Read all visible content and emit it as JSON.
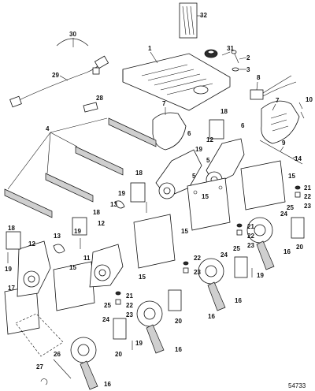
{
  "figure_number": "54733",
  "callouts": [
    {
      "id": "c32",
      "text": "32"
    },
    {
      "id": "c30",
      "text": "30"
    },
    {
      "id": "c1",
      "text": "1"
    },
    {
      "id": "c31",
      "text": "31"
    },
    {
      "id": "c2",
      "text": "2"
    },
    {
      "id": "c3",
      "text": "3"
    },
    {
      "id": "c29",
      "text": "29"
    },
    {
      "id": "c8",
      "text": "8"
    },
    {
      "id": "c28",
      "text": "28"
    },
    {
      "id": "c10",
      "text": "10"
    },
    {
      "id": "c7a",
      "text": "7"
    },
    {
      "id": "c7b",
      "text": "7"
    },
    {
      "id": "c4",
      "text": "4"
    },
    {
      "id": "c18a",
      "text": "18"
    },
    {
      "id": "c6a",
      "text": "6"
    },
    {
      "id": "c6b",
      "text": "6"
    },
    {
      "id": "c9",
      "text": "9"
    },
    {
      "id": "c12a",
      "text": "12"
    },
    {
      "id": "c19a",
      "text": "19"
    },
    {
      "id": "c5a",
      "text": "5"
    },
    {
      "id": "c5b",
      "text": "5"
    },
    {
      "id": "c14",
      "text": "14"
    },
    {
      "id": "c15a",
      "text": "15"
    },
    {
      "id": "c18b",
      "text": "18"
    },
    {
      "id": "c21a",
      "text": "21"
    },
    {
      "id": "c22a",
      "text": "22"
    },
    {
      "id": "c23a",
      "text": "23"
    },
    {
      "id": "c19b",
      "text": "19"
    },
    {
      "id": "c15b",
      "text": "15"
    },
    {
      "id": "c13a",
      "text": "13"
    },
    {
      "id": "c18c",
      "text": "18"
    },
    {
      "id": "c24a",
      "text": "24"
    },
    {
      "id": "c25a",
      "text": "25"
    },
    {
      "id": "c12b",
      "text": "12"
    },
    {
      "id": "c16a",
      "text": "16"
    },
    {
      "id": "c19c",
      "text": "19"
    },
    {
      "id": "c20a",
      "text": "20"
    },
    {
      "id": "c15c",
      "text": "15"
    },
    {
      "id": "c18d",
      "text": "18"
    },
    {
      "id": "c13b",
      "text": "13"
    },
    {
      "id": "c21b",
      "text": "21"
    },
    {
      "id": "c22b",
      "text": "22"
    },
    {
      "id": "c12c",
      "text": "12"
    },
    {
      "id": "c11",
      "text": "11"
    },
    {
      "id": "c25b",
      "text": "25"
    },
    {
      "id": "c23b",
      "text": "23"
    },
    {
      "id": "c19d",
      "text": "19"
    },
    {
      "id": "c15d",
      "text": "15"
    },
    {
      "id": "c22c",
      "text": "22"
    },
    {
      "id": "c24b",
      "text": "24"
    },
    {
      "id": "c19e",
      "text": "19"
    },
    {
      "id": "c15e",
      "text": "15"
    },
    {
      "id": "c16b",
      "text": "16"
    },
    {
      "id": "c23c",
      "text": "23"
    },
    {
      "id": "c21c",
      "text": "21"
    },
    {
      "id": "c17",
      "text": "17"
    },
    {
      "id": "c16c",
      "text": "16"
    },
    {
      "id": "c25c",
      "text": "25"
    },
    {
      "id": "c22d",
      "text": "22"
    },
    {
      "id": "c23d",
      "text": "23"
    },
    {
      "id": "c20b",
      "text": "20"
    },
    {
      "id": "c24c",
      "text": "24"
    },
    {
      "id": "c19f",
      "text": "19"
    },
    {
      "id": "c16d",
      "text": "16"
    },
    {
      "id": "c20c",
      "text": "20"
    },
    {
      "id": "c26",
      "text": "26"
    },
    {
      "id": "c27",
      "text": "27"
    },
    {
      "id": "c16e",
      "text": "16"
    }
  ]
}
